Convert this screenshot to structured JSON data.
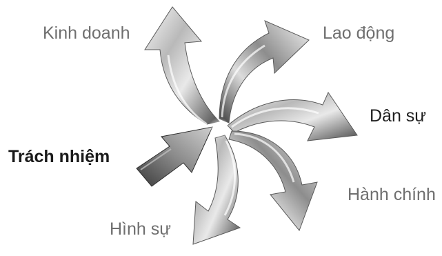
{
  "diagram": {
    "center_label": "Trách nhiệm",
    "branches": [
      {
        "label": "Kinh doanh"
      },
      {
        "label": "Lao động"
      },
      {
        "label": "Dân sự"
      },
      {
        "label": "Hành chính"
      },
      {
        "label": "Hình sự"
      }
    ],
    "colors": {
      "arrow_light": "#f6f6f6",
      "arrow_mid": "#9c9c9c",
      "arrow_dark": "#3e3e3e",
      "label_gray": "#6f6f6f",
      "label_dark": "#1a1a1a"
    }
  }
}
